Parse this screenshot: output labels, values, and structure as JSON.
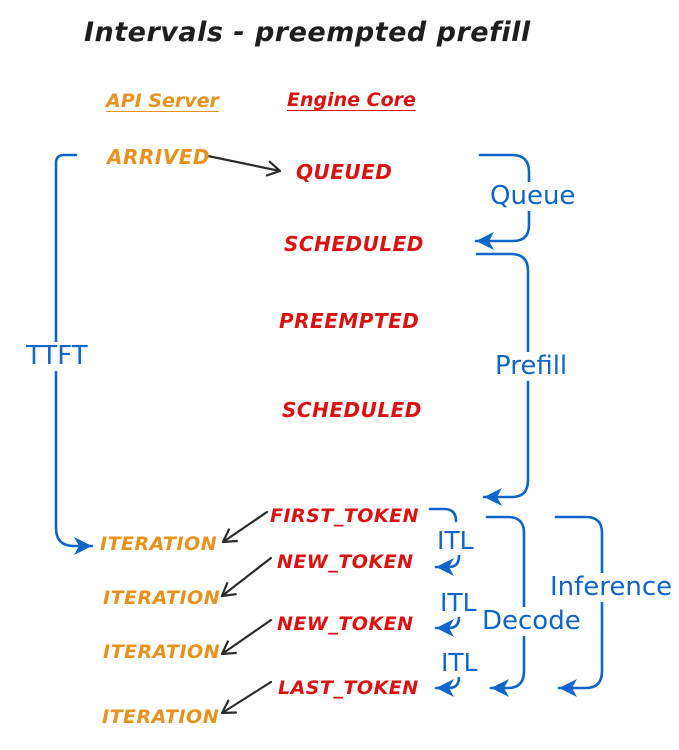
{
  "title": "Intervals - preempted prefill",
  "colors": {
    "blue": "#1065C8",
    "orange": "#E8921E",
    "red": "#DB1212",
    "ink": "#1E1E1E"
  },
  "columns": {
    "api_server": "API Server",
    "engine_core": "Engine Core"
  },
  "api_events": {
    "arrived": "ARRIVED",
    "iteration": "ITERATION"
  },
  "engine_events": {
    "queued": "QUEUED",
    "scheduled1": "SCHEDULED",
    "preempted": "PREEMPTED",
    "scheduled2": "SCHEDULED",
    "first_token": "FIRST_TOKEN",
    "new_token1": "NEW_TOKEN",
    "new_token2": "NEW_TOKEN",
    "last_token": "LAST_TOKEN"
  },
  "intervals": {
    "ttft": "TTFT",
    "queue": "Queue",
    "prefill": "Prefill",
    "itl": "ITL",
    "decode": "Decode",
    "inference": "Inference"
  }
}
